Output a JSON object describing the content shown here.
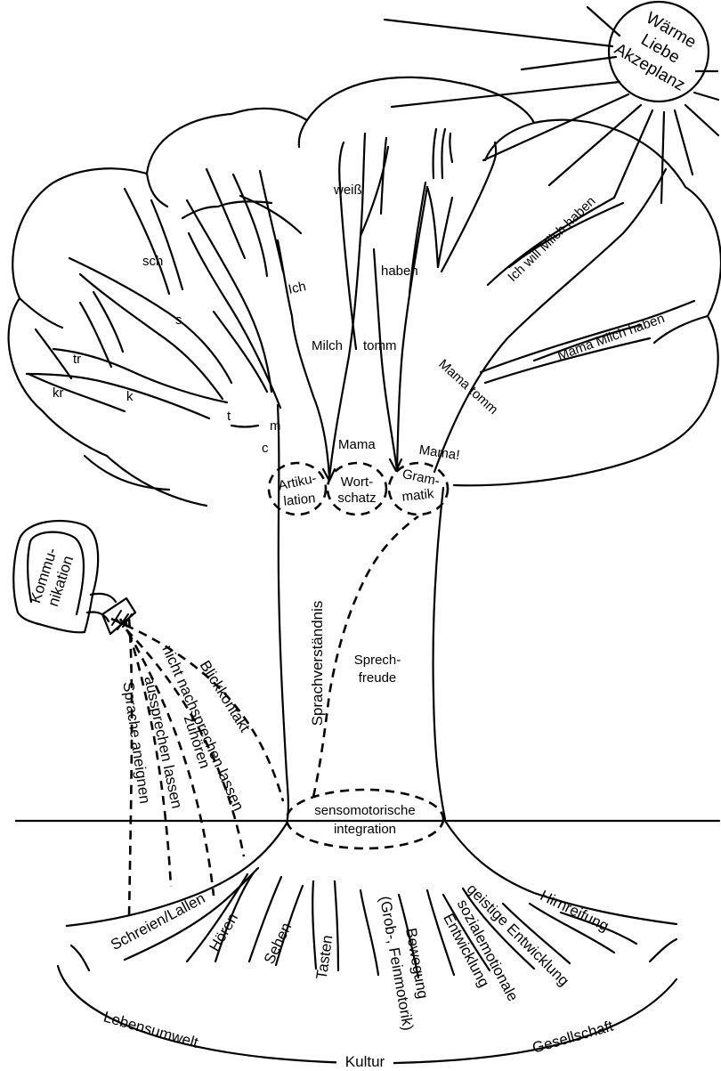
{
  "sun": {
    "lines": [
      "Wärme",
      "Liebe",
      "Akzeplanz"
    ]
  },
  "watering_can": {
    "lines": [
      "Kommu-",
      "nikation"
    ]
  },
  "water_streams": [
    "Blickkontakt",
    "nicht nachsprechen lassen",
    "zuhören",
    "aussprechen lassen",
    "Sprache aneignen"
  ],
  "sounds": [
    "sch",
    "s",
    "tr",
    "kr",
    "k",
    "t",
    "m",
    "c"
  ],
  "words": [
    "weiß",
    "Ich",
    "haben",
    "Milch",
    "tomm",
    "Mama"
  ],
  "sentences": [
    "Ich will Milch haben",
    "Mama Milch haben",
    "Mama tomm",
    "Mama!"
  ],
  "circles": [
    {
      "lines": [
        "Artiku-",
        "lation"
      ]
    },
    {
      "lines": [
        "Wort-",
        "schatz"
      ]
    },
    {
      "lines": [
        "Gram-",
        "matik"
      ]
    }
  ],
  "trunk": {
    "understanding": "Sprachverständnis",
    "joy_lines": [
      "Sprech-",
      "freude"
    ],
    "base_lines": [
      "sensomotorische",
      "integration"
    ]
  },
  "roots": [
    {
      "lines": [
        "Schreien/Lallen"
      ]
    },
    {
      "lines": [
        "Hören"
      ]
    },
    {
      "lines": [
        "Sehen"
      ]
    },
    {
      "lines": [
        "Tasten"
      ]
    },
    {
      "lines": [
        "Bewegung",
        "(Grob-, Feinmotorik)"
      ]
    },
    {
      "lines": [
        "sozialemotionale",
        "Entwicklung"
      ]
    },
    {
      "lines": [
        "geistige Entwicklung"
      ]
    },
    {
      "lines": [
        "Hirnreifung"
      ]
    }
  ],
  "ground": {
    "left": "Lebensumwelt",
    "center": "Kultur",
    "right": "Gesellschaft"
  }
}
